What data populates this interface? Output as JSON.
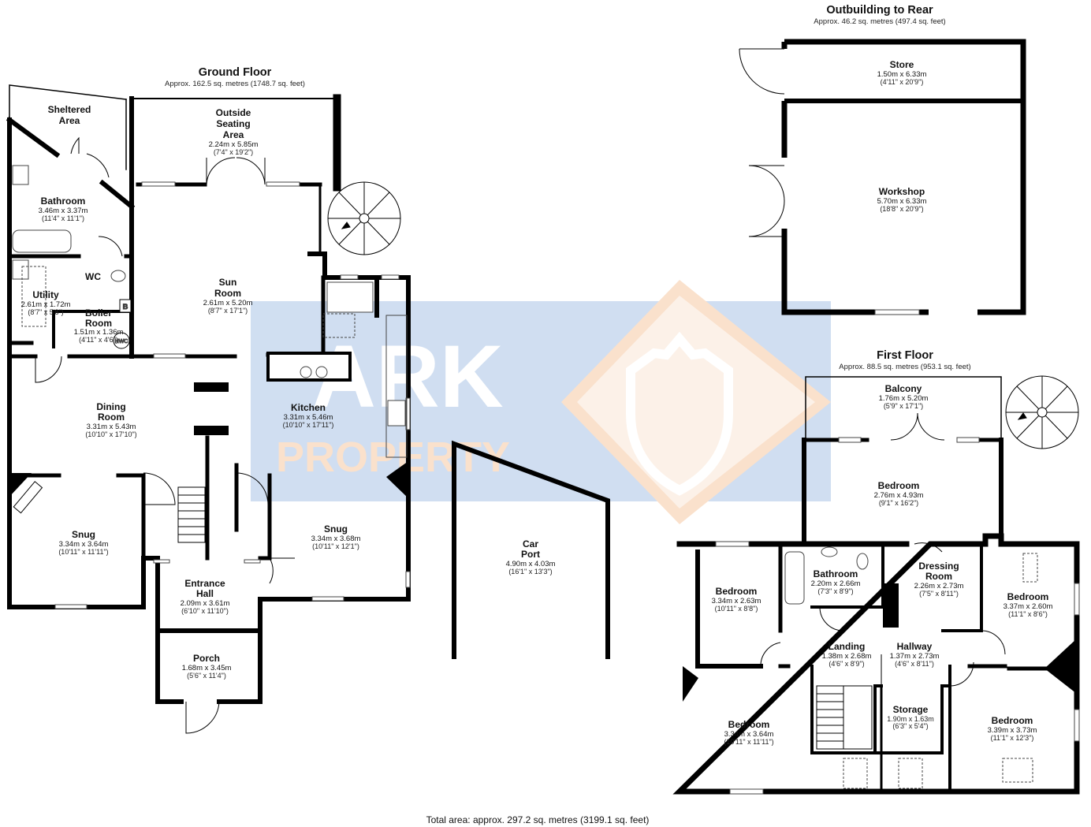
{
  "watermark": {
    "line1": "ARK",
    "line2": "PROPERTY",
    "blue": "#aac4e6",
    "peach": "#f7c9a4"
  },
  "ground_floor": {
    "title": "Ground Floor",
    "area": "Approx. 162.5 sq. metres (1748.7 sq. feet)",
    "rooms": {
      "sheltered_area": {
        "name_1": "Sheltered",
        "name_2": "Area"
      },
      "outside_seating": {
        "name_1": "Outside",
        "name_2": "Seating",
        "name_3": "Area",
        "metric": "2.24m x 5.85m",
        "imperial": "(7'4\" x 19'2\")"
      },
      "bathroom": {
        "name": "Bathroom",
        "metric": "3.46m x 3.37m",
        "imperial": "(11'4\" x 11'1\")"
      },
      "wc": {
        "name": "WC"
      },
      "utility": {
        "name": "Utility",
        "metric": "2.61m x 1.72m",
        "imperial": "(8'7\" x 5'8\")"
      },
      "boiler_room": {
        "name_1": "Boiler",
        "name_2": "Room",
        "metric": "1.51m x 1.36m",
        "imperial": "(4'11\" x 4'6\")",
        "b_label": "B",
        "hwc_label": "HWC"
      },
      "sun_room": {
        "name_1": "Sun",
        "name_2": "Room",
        "metric": "2.61m x 5.20m",
        "imperial": "(8'7\" x 17'1\")"
      },
      "dining_room": {
        "name_1": "Dining",
        "name_2": "Room",
        "metric": "3.31m x 5.43m",
        "imperial": "(10'10\" x 17'10\")"
      },
      "kitchen": {
        "name": "Kitchen",
        "metric": "3.31m x 5.46m",
        "imperial": "(10'10\" x 17'11\")"
      },
      "snug_left": {
        "name": "Snug",
        "metric": "3.34m x 3.64m",
        "imperial": "(10'11\" x 11'11\")"
      },
      "snug_right": {
        "name": "Snug",
        "metric": "3.34m x 3.68m",
        "imperial": "(10'11\" x 12'1\")"
      },
      "entrance_hall": {
        "name_1": "Entrance",
        "name_2": "Hall",
        "metric": "2.09m x 3.61m",
        "imperial": "(6'10\" x 11'10\")"
      },
      "porch": {
        "name": "Porch",
        "metric": "1.68m x 3.45m",
        "imperial": "(5'6\" x 11'4\")"
      }
    }
  },
  "car_port": {
    "name_1": "Car",
    "name_2": "Port",
    "metric": "4.90m x 4.03m",
    "imperial": "(16'1\" x 13'3\")"
  },
  "outbuilding": {
    "title": "Outbuilding to Rear",
    "area": "Approx. 46.2 sq. metres (497.4 sq. feet)",
    "store": {
      "name": "Store",
      "metric": "1.50m x 6.33m",
      "imperial": "(4'11\" x 20'9\")"
    },
    "workshop": {
      "name": "Workshop",
      "metric": "5.70m x 6.33m",
      "imperial": "(18'8\" x 20'9\")"
    }
  },
  "first_floor": {
    "title": "First Floor",
    "area": "Approx. 88.5 sq. metres (953.1 sq. feet)",
    "rooms": {
      "balcony": {
        "name": "Balcony",
        "metric": "1.76m x 5.20m",
        "imperial": "(5'9\" x 17'1\")"
      },
      "bedroom_top": {
        "name": "Bedroom",
        "metric": "2.76m x 4.93m",
        "imperial": "(9'1\" x 16'2\")"
      },
      "bedroom_left": {
        "name": "Bedroom",
        "metric": "3.34m x 2.63m",
        "imperial": "(10'11\" x 8'8\")"
      },
      "bathroom": {
        "name": "Bathroom",
        "metric": "2.20m x 2.66m",
        "imperial": "(7'3\" x 8'9\")"
      },
      "dressing_room": {
        "name_1": "Dressing",
        "name_2": "Room",
        "metric": "2.26m x 2.73m",
        "imperial": "(7'5\" x 8'11\")"
      },
      "bedroom_right": {
        "name": "Bedroom",
        "metric": "3.37m x 2.60m",
        "imperial": "(11'1\" x 8'6\")"
      },
      "landing": {
        "name": "Landing",
        "metric": "1.38m x 2.68m",
        "imperial": "(4'6\" x 8'9\")"
      },
      "hallway": {
        "name": "Hallway",
        "metric": "1.37m x 2.73m",
        "imperial": "(4'6\" x 8'11\")"
      },
      "storage": {
        "name": "Storage",
        "metric": "1.90m x 1.63m",
        "imperial": "(6'3\" x 5'4\")"
      },
      "bedroom_bl": {
        "name": "Bedroom",
        "metric": "3.34m x 3.64m",
        "imperial": "(10'11\" x 11'11\")"
      },
      "bedroom_br": {
        "name": "Bedroom",
        "metric": "3.39m x 3.73m",
        "imperial": "(11'1\" x 12'3\")"
      }
    }
  },
  "total_area": "Total area: approx. 297.2 sq. metres (3199.1 sq. feet)"
}
